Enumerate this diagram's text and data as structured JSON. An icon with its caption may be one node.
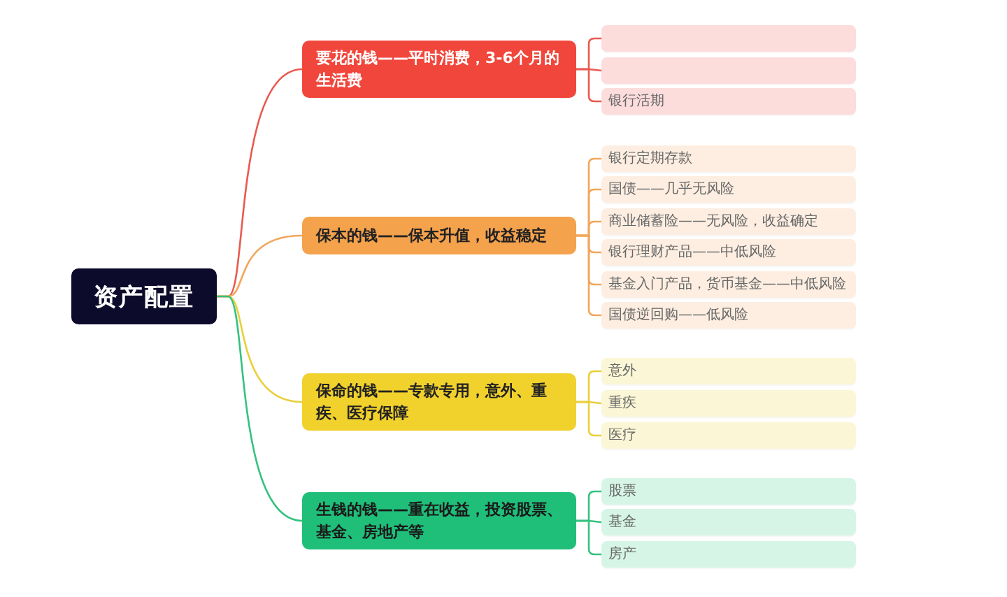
{
  "diagram": {
    "nodes": [
      {
        "text": [
          "资产配置"
        ]
      },
      {
        "text": [
          "要花的钱——平时消费，3-6个月的生活费"
        ]
      },
      {
        "text": [],
        "shape": "box"
      },
      {
        "text": [],
        "shape": "box"
      },
      {
        "text": [
          "银行活期"
        ]
      },
      {
        "text": [
          "保本的钱——保本升值，收益稳定"
        ]
      },
      {
        "text": [
          "银行定期存款"
        ]
      },
      {
        "text": [
          "国债——几乎无风险"
        ]
      },
      {
        "text": [
          "商业储蓄险——无风险，收益确定"
        ]
      },
      {
        "text": [
          "银行理财产品——中低风险"
        ]
      },
      {
        "text": [
          "基金入门产品，货币基金——中低风险"
        ]
      },
      {
        "text": [
          "国债逆回购——低风险"
        ]
      },
      {
        "text": [
          "保命的钱——专款专用，意外、重疾、医疗保障"
        ]
      },
      {
        "text": [
          "意外"
        ]
      },
      {
        "text": [
          "重疾"
        ]
      },
      {
        "text": [
          "医疗"
        ]
      },
      {
        "text": [
          "生钱的钱——重在收益，投资股票、基金、房地产等"
        ]
      },
      {
        "text": [
          "股票"
        ]
      },
      {
        "text": [
          "基金"
        ]
      },
      {
        "text": [
          "房产"
        ]
      }
    ],
    "edges": [
      {
        "from": 0,
        "to": 1,
        "arrow": "none",
        "color": "#e85a4f"
      },
      {
        "from": 1,
        "to": 2,
        "arrow": "none",
        "color": "#e85a4f"
      },
      {
        "from": 1,
        "to": 3,
        "arrow": "none",
        "color": "#e85a4f"
      },
      {
        "from": 1,
        "to": 4,
        "arrow": "none",
        "color": "#e85a4f"
      },
      {
        "from": 0,
        "to": 5,
        "arrow": "none",
        "color": "#f2a65a"
      },
      {
        "from": 5,
        "to": 6,
        "arrow": "none",
        "color": "#f2a65a"
      },
      {
        "from": 5,
        "to": 7,
        "arrow": "none",
        "color": "#f2a65a"
      },
      {
        "from": 5,
        "to": 8,
        "arrow": "none",
        "color": "#f2a65a"
      },
      {
        "from": 5,
        "to": 9,
        "arrow": "none",
        "color": "#f2a65a"
      },
      {
        "from": 5,
        "to": 10,
        "arrow": "none",
        "color": "#f2a65a"
      },
      {
        "from": 5,
        "to": 11,
        "arrow": "none",
        "color": "#f2a65a"
      },
      {
        "from": 0,
        "to": 12,
        "arrow": "none",
        "color": "#e9cf3a"
      },
      {
        "from": 12,
        "to": 13,
        "arrow": "none",
        "color": "#e9cf3a"
      },
      {
        "from": 12,
        "to": 14,
        "arrow": "none",
        "color": "#e9cf3a"
      },
      {
        "from": 12,
        "to": 15,
        "arrow": "none",
        "color": "#e9cf3a"
      },
      {
        "from": 0,
        "to": 16,
        "arrow": "none",
        "color": "#34c27f"
      },
      {
        "from": 16,
        "to": 17,
        "arrow": "none",
        "color": "#34c27f"
      },
      {
        "from": 16,
        "to": 18,
        "arrow": "none",
        "color": "#34c27f"
      },
      {
        "from": 16,
        "to": 19,
        "arrow": "none",
        "color": "#34c27f"
      }
    ]
  }
}
